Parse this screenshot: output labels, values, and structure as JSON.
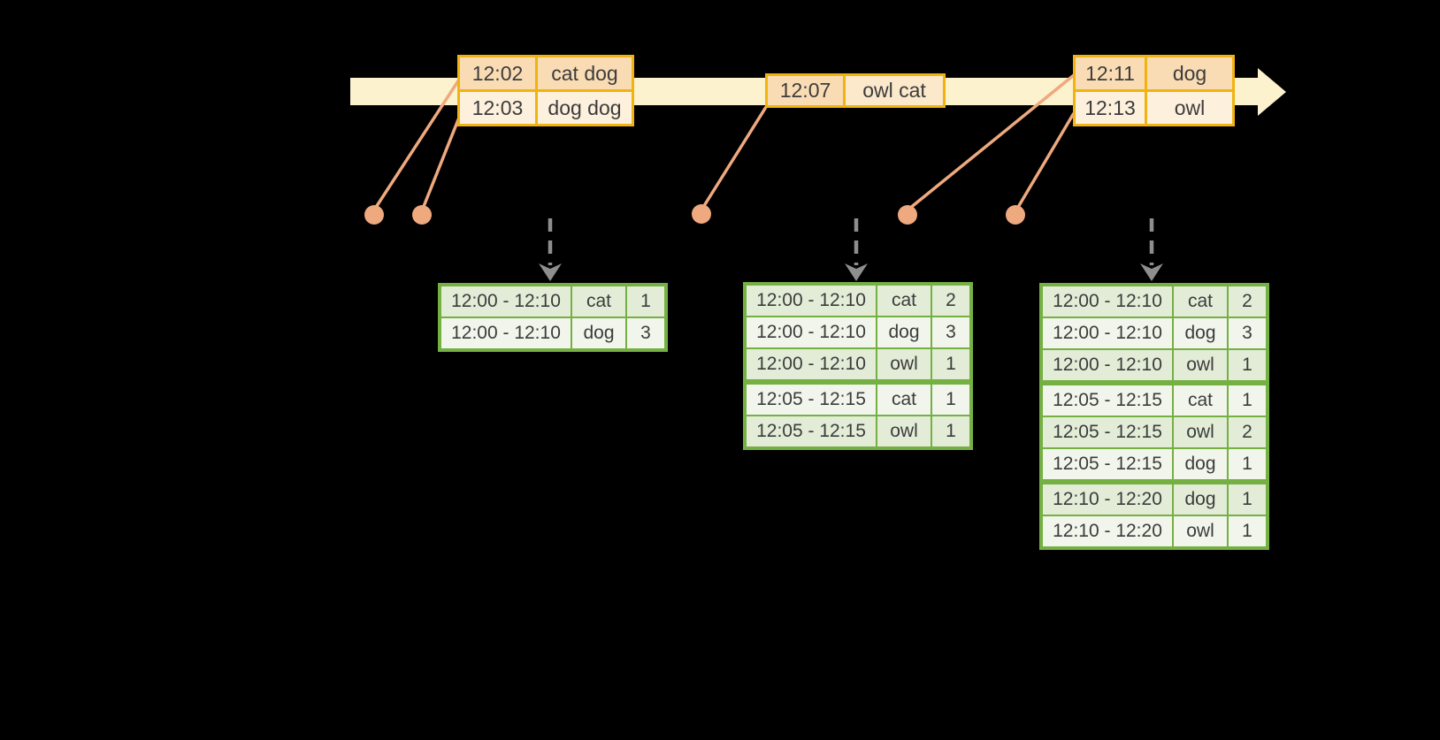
{
  "colors": {
    "bg": "#000000",
    "timeline": "#fcf2ce",
    "oborder": "#f0b310",
    "odark": "#fadcb4",
    "omid": "#fce8cb",
    "olight": "#fdf0dc",
    "salmon": "#efa97e",
    "gray": "#8e8e8e",
    "gborder": "#74b042",
    "gdark": "#e2ecd7",
    "glight": "#f1f5ec",
    "text": "#3c3c3c"
  },
  "input_tables": [
    {
      "col_names": [
        "event-time-cell",
        "words-cell"
      ],
      "rows": [
        [
          "12:02",
          "cat dog"
        ],
        [
          "12:03",
          "dog dog"
        ]
      ]
    },
    {
      "col_names": [
        "event-time-cell",
        "words-cell"
      ],
      "rows": [
        [
          "12:07",
          "owl cat"
        ]
      ]
    },
    {
      "col_names": [
        "event-time-cell",
        "words-cell"
      ],
      "rows": [
        [
          "12:11",
          "dog"
        ],
        [
          "12:13",
          "owl"
        ]
      ]
    }
  ],
  "result_tables": [
    {
      "col_names": [
        "window-cell",
        "word-cell",
        "count-cell"
      ],
      "group_starts": [],
      "rows": [
        [
          "12:00 - 12:10",
          "cat",
          "1"
        ],
        [
          "12:00 - 12:10",
          "dog",
          "3"
        ]
      ]
    },
    {
      "col_names": [
        "window-cell",
        "word-cell",
        "count-cell"
      ],
      "group_starts": [
        3
      ],
      "rows": [
        [
          "12:00 - 12:10",
          "cat",
          "2"
        ],
        [
          "12:00 - 12:10",
          "dog",
          "3"
        ],
        [
          "12:00 - 12:10",
          "owl",
          "1"
        ],
        [
          "12:05 - 12:15",
          "cat",
          "1"
        ],
        [
          "12:05 - 12:15",
          "owl",
          "1"
        ]
      ]
    },
    {
      "col_names": [
        "window-cell",
        "word-cell",
        "count-cell"
      ],
      "group_starts": [
        3,
        6
      ],
      "rows": [
        [
          "12:00 - 12:10",
          "cat",
          "2"
        ],
        [
          "12:00 - 12:10",
          "dog",
          "3"
        ],
        [
          "12:00 - 12:10",
          "owl",
          "1"
        ],
        [
          "12:05 - 12:15",
          "cat",
          "1"
        ],
        [
          "12:05 - 12:15",
          "owl",
          "2"
        ],
        [
          "12:05 - 12:15",
          "dog",
          "1"
        ],
        [
          "12:10 - 12:20",
          "dog",
          "1"
        ],
        [
          "12:10 - 12:20",
          "owl",
          "1"
        ]
      ]
    }
  ]
}
